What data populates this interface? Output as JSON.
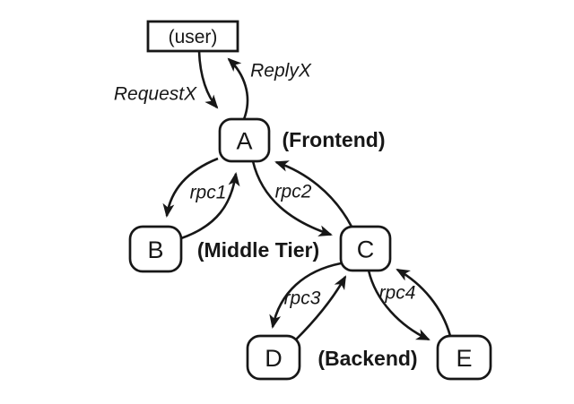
{
  "diagram": {
    "background_color": "#ffffff",
    "line_color": "#171717",
    "nodes": {
      "user": {
        "label": "(user)",
        "shape": "rectangle"
      },
      "a": {
        "label": "A",
        "shape": "rounded-rectangle"
      },
      "b": {
        "label": "B",
        "shape": "rounded-rectangle"
      },
      "c": {
        "label": "C",
        "shape": "rounded-rectangle"
      },
      "d": {
        "label": "D",
        "shape": "rounded-rectangle"
      },
      "e": {
        "label": "E",
        "shape": "rounded-rectangle"
      }
    },
    "tiers": {
      "frontend": "(Frontend)",
      "middle": "(Middle Tier)",
      "backend": "(Backend)"
    },
    "links": [
      {
        "label": "RequestX",
        "from": "user",
        "to": "A",
        "bidirectional": false
      },
      {
        "label": "ReplyX",
        "from": "A",
        "to": "user",
        "bidirectional": false
      },
      {
        "label": "rpc1",
        "from": "A",
        "to": "B",
        "bidirectional": true
      },
      {
        "label": "rpc2",
        "from": "A",
        "to": "C",
        "bidirectional": true
      },
      {
        "label": "rpc3",
        "from": "C",
        "to": "D",
        "bidirectional": true
      },
      {
        "label": "rpc4",
        "from": "C",
        "to": "E",
        "bidirectional": true
      }
    ]
  }
}
